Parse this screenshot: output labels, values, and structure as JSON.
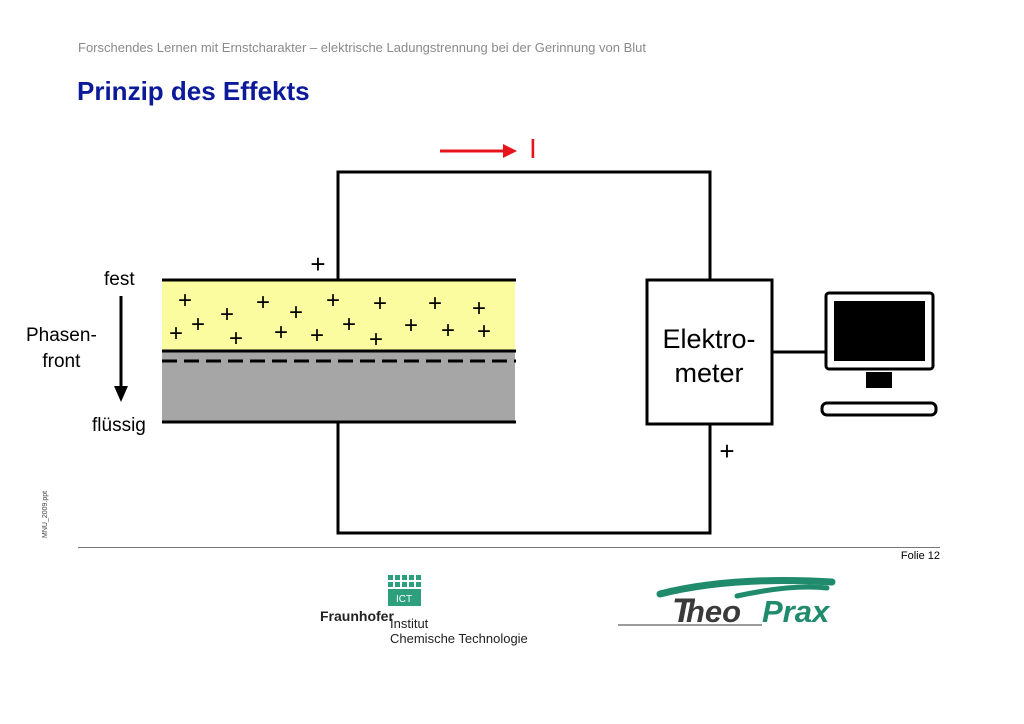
{
  "header": {
    "subtitle": "Forschendes Lernen mit Ernstcharakter – elektrische Ladungstrennung bei der Gerinnung von Blut",
    "title": "Prinzip des Effekts"
  },
  "diagram": {
    "current_label": "I",
    "label_fest": "fest",
    "label_phasen_line1": "Phasen-",
    "label_phasen_line2": "front",
    "label_fluessig": "flüssig",
    "plus_sign": "+",
    "elektrometer_line1": "Elektro-",
    "elektrometer_line2": "meter",
    "colors": {
      "solid_layer": "#fbfba0",
      "liquid_layer": "#a6a6a6",
      "current_arrow": "#e8141c"
    }
  },
  "footer": {
    "file_name": "MNU_2009.ppt",
    "page": "Folie 12",
    "fraunhofer_name": "Fraunhofer",
    "institute_line1": "Institut",
    "institute_line2": "Chemische Technologie",
    "ict_badge": "ICT",
    "theoprax_logo": "TheoPrax"
  }
}
